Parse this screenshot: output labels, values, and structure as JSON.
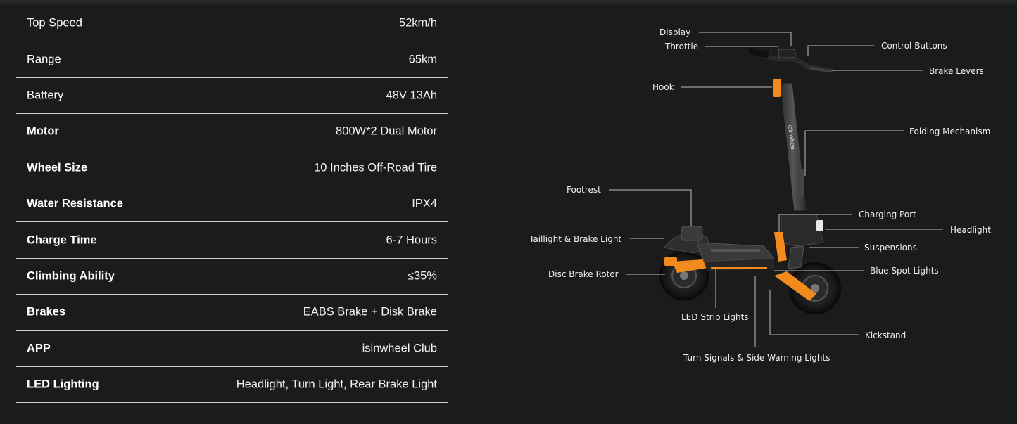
{
  "specs": [
    {
      "label": "Top Speed",
      "value": "52km/h",
      "bold": false
    },
    {
      "label": "Range",
      "value": "65km",
      "bold": false
    },
    {
      "label": "Battery",
      "value": "48V 13Ah",
      "bold": false
    },
    {
      "label": "Motor",
      "value": "800W*2 Dual Motor",
      "bold": true
    },
    {
      "label": "Wheel Size",
      "value": "10 Inches Off-Road Tire",
      "bold": true
    },
    {
      "label": "Water Resistance",
      "value": "IPX4",
      "bold": true
    },
    {
      "label": "Charge Time",
      "value": "6-7 Hours",
      "bold": true
    },
    {
      "label": "Climbing Ability",
      "value": "≤35%",
      "bold": true
    },
    {
      "label": "Brakes",
      "value": "EABS Brake + Disk Brake",
      "bold": true
    },
    {
      "label": "APP",
      "value": "isinwheel Club",
      "bold": true
    },
    {
      "label": "LED Lighting",
      "value": "Headlight, Turn Light, Rear Brake Light",
      "bold": true
    }
  ],
  "callouts": {
    "display": "Display",
    "throttle": "Throttle",
    "control_buttons": "Control Buttons",
    "brake_levers": "Brake Levers",
    "hook": "Hook",
    "folding_mechanism": "Folding Mechanism",
    "footrest": "Footrest",
    "charging_port": "Charging Port",
    "headlight": "Headlight",
    "taillight": "Taillight & Brake Light",
    "suspensions": "Suspensions",
    "disc_brake_rotor": "Disc Brake Rotor",
    "blue_spot_lights": "Blue Spot Lights",
    "led_strip_lights": "LED Strip Lights",
    "kickstand": "Kickstand",
    "turn_signals": "Turn Signals & Side Warning Lights"
  },
  "brand_mark": "isinwheel",
  "colors": {
    "background": "#1b1b1b",
    "accent_orange": "#f28a1e",
    "divider": "#cfcfcf"
  }
}
